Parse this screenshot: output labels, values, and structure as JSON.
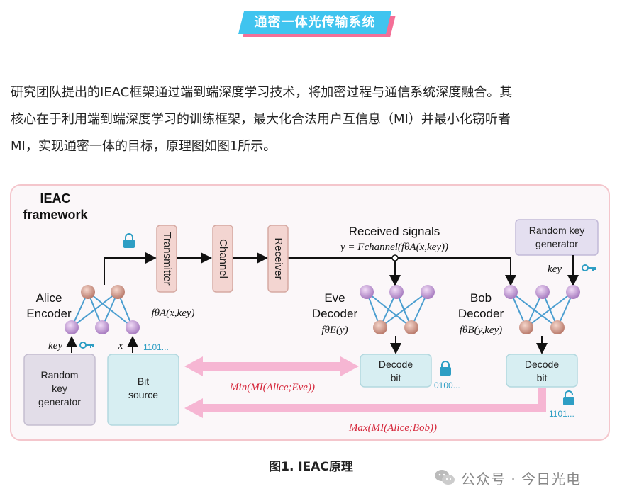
{
  "banner": {
    "title": "通密一体光传输系统"
  },
  "paragraph": {
    "line1": "研究团队提出的IEAC框架通过端到端深度学习技术，将加密过程与通信系统深度融合。其",
    "line2": "核心在于利用端到端深度学习的训练框架，最大化合法用户互信息（MI）并最小化窃听者",
    "line3": "MI，实现通密一体的目标，原理图如图1所示。"
  },
  "figure": {
    "title_line1": "IEAC",
    "title_line2": "framework",
    "alice_line1": "Alice",
    "alice_line2": "Encoder",
    "alice_func": "fθA(x,key)",
    "transmitter": "Transmitter",
    "channel": "Channel",
    "receiver": "Receiver",
    "received_signals": "Received signals",
    "channel_eq": "y = Fchannel(fθA(x,key))",
    "random_key_top_line1": "Random key",
    "random_key_top_line2": "generator",
    "key_label_right": "key",
    "eve_line1": "Eve",
    "eve_line2": "Decoder",
    "eve_func": "fθE(y)",
    "bob_line1": "Bob",
    "bob_line2": "Decoder",
    "bob_func": "fθB(y,key)",
    "key_label_left": "key",
    "x_label": "x",
    "bits_alice": "1101...",
    "random_key_left_line1": "Random",
    "random_key_left_line2": "key",
    "random_key_left_line3": "generator",
    "bit_source_line1": "Bit",
    "bit_source_line2": "source",
    "eve_decode_line1": "Decode",
    "eve_decode_line2": "bit",
    "eve_bits": "0100...",
    "bob_decode_line1": "Decode",
    "bob_decode_line2": "bit",
    "bob_bits": "1101...",
    "min_label": "Min(MI(Alice;Eve))",
    "max_label": "Max(MI(Alice;Bob))"
  },
  "caption": "图1. IEAC原理",
  "watermark": "公众号 · 今日光电",
  "colors": {
    "banner_blue": "#40c4ef",
    "banner_pink": "#f46f97",
    "figure_border": "#f4c6cc",
    "pink_arrow": "#f6b6d3",
    "teal": "#2e9ec4",
    "red_label": "#d6283c"
  }
}
